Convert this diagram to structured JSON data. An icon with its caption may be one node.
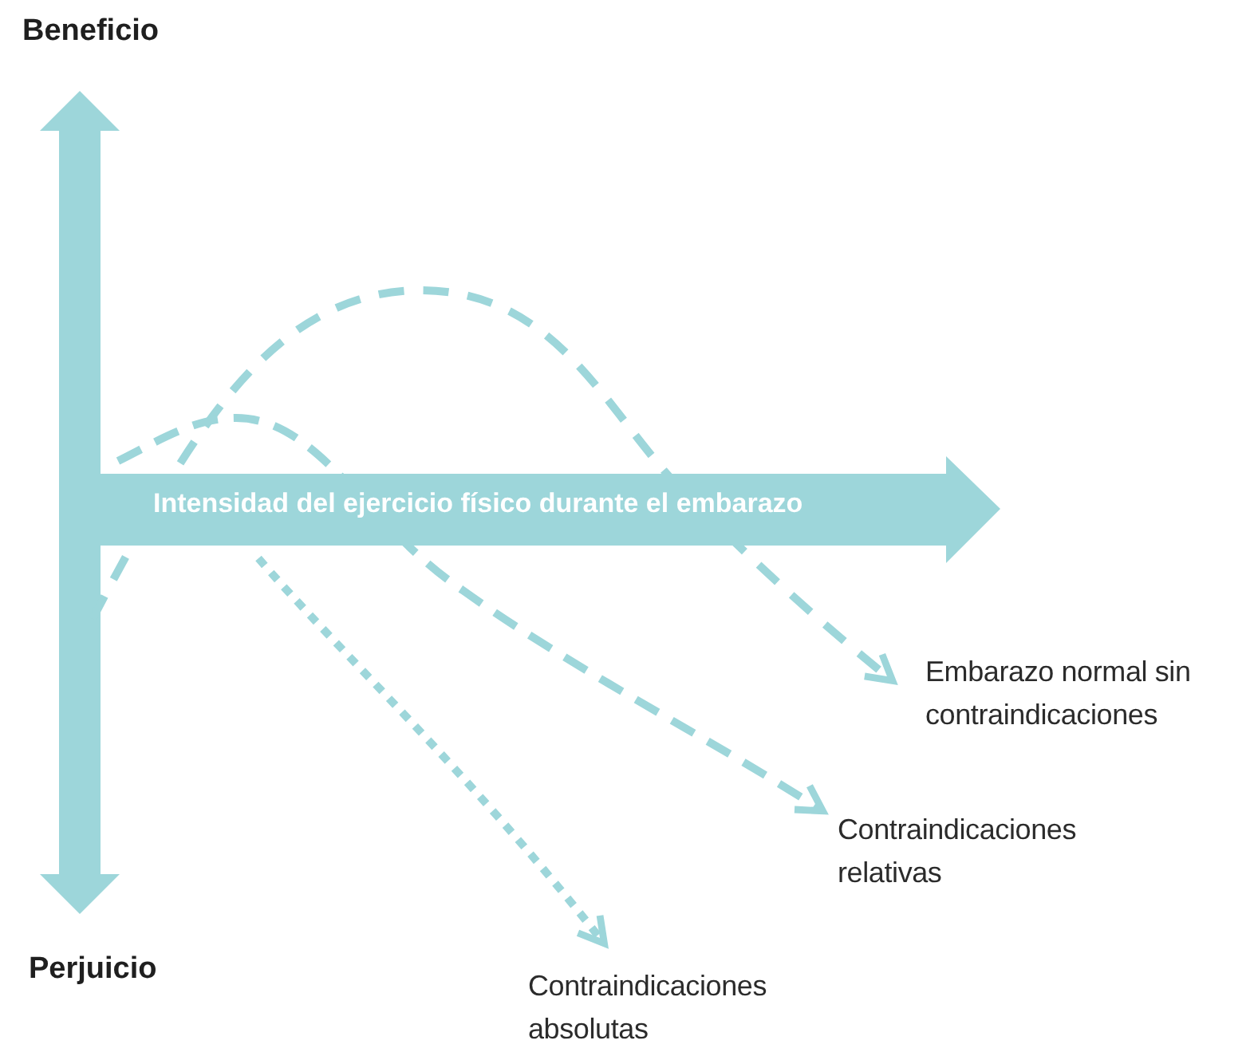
{
  "diagram": {
    "nodes": [
      {
        "text": [
          "Embarazo normal sin contraindicaciones"
        ]
      },
      {
        "text": [
          "Contraindicaciones relativas"
        ]
      },
      {
        "text": [
          "Contraindicaciones absolutas"
        ]
      },
      {
        "text": [
          "Intensidad del ejercicio físico durante el embarazo"
        ]
      }
    ],
    "edges": [
      {
        "from": null,
        "to": 0,
        "arrow": "to",
        "style": "dashed"
      },
      {
        "from": 3,
        "to": 1,
        "arrow": "to",
        "style": "dashed"
      },
      {
        "from": 3,
        "to": 2,
        "arrow": "to",
        "style": "dashed"
      }
    ],
    "labels": [
      "Beneficio",
      "Perjuicio"
    ]
  }
}
